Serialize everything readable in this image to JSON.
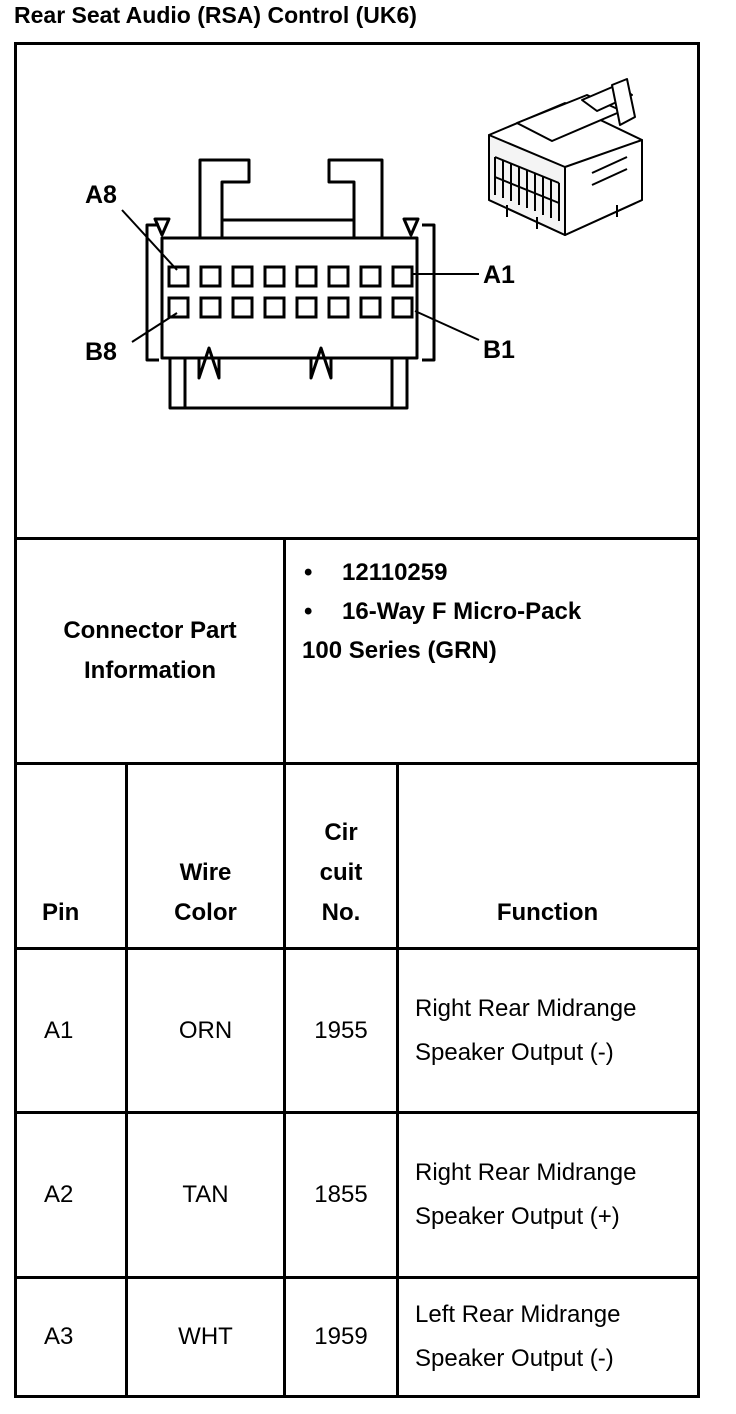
{
  "title": "Rear Seat Audio (RSA) Control (UK6)",
  "diagram": {
    "labels": {
      "a8": "A8",
      "a1": "A1",
      "b8": "B8",
      "b1": "B1"
    }
  },
  "connector_info": {
    "label": "Connector Part Information",
    "bullets": [
      "12110259",
      "16-Way F Micro-Pack"
    ],
    "continuation": "100 Series (GRN)"
  },
  "table": {
    "headers": {
      "pin": "Pin",
      "wire_color": "Wire Color",
      "circuit": "Cir cuit No.",
      "function": "Function"
    },
    "rows": [
      {
        "pin": "A1",
        "wire_color": "ORN",
        "circuit": "1955",
        "function": "Right Rear Midrange Speaker Output (-)"
      },
      {
        "pin": "A2",
        "wire_color": "TAN",
        "circuit": "1855",
        "function": "Right Rear Midrange Speaker Output (+)"
      },
      {
        "pin": "A3",
        "wire_color": "WHT",
        "circuit": "1959",
        "function": "Left Rear Midrange Speaker Output (-)"
      }
    ]
  }
}
